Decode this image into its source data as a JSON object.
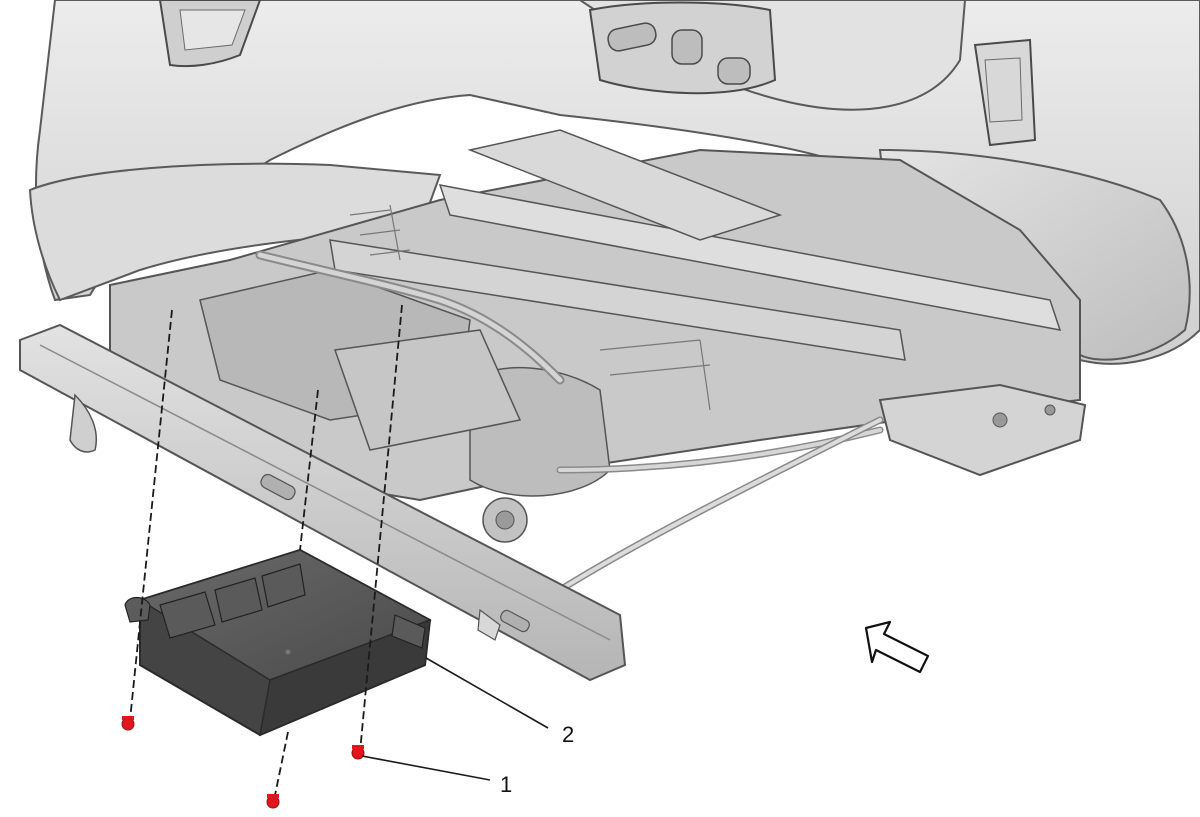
{
  "callouts": [
    {
      "label": "1",
      "part": "fastener"
    },
    {
      "label": "2",
      "part": "module"
    }
  ],
  "colors": {
    "fastener": "#e0161c",
    "module": "#4a4a4a",
    "seat": "#d6d6d6",
    "frame": "#c4c4c4",
    "outline": "#555555",
    "leader": "#1a1a1a"
  },
  "icons": {
    "view_arrow": "view-direction-arrow-icon",
    "fastener": "bolt-icon"
  }
}
